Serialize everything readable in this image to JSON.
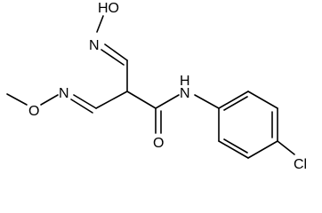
{
  "diagram": {
    "type": "chemical-structure",
    "atoms": {
      "hydroxyl": "HO",
      "oxime_n_top": "N",
      "methoxy_o": "O",
      "imine_n_left": "N",
      "amide_nh": "N",
      "amide_h": "H",
      "carbonyl_o": "O",
      "chloro": "Cl"
    },
    "colors": {
      "bond": "#000000",
      "label": "#000000",
      "background": "#ffffff"
    }
  }
}
